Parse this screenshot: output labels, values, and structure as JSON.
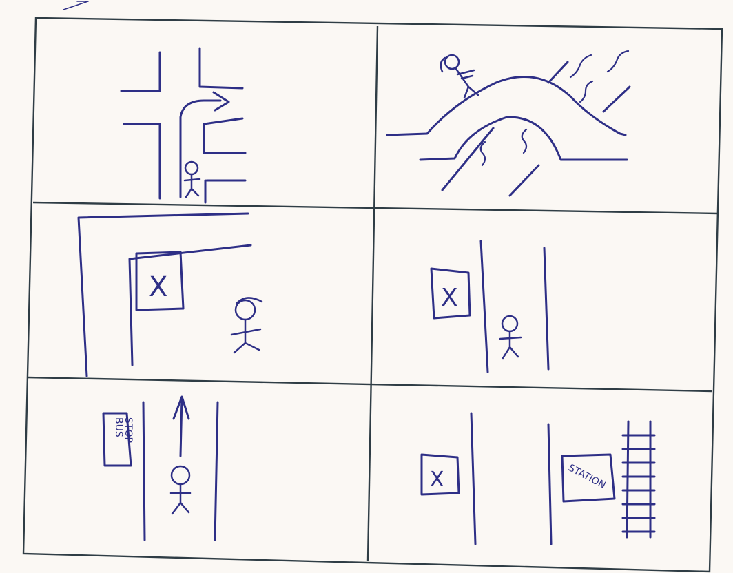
{
  "panels": [
    {
      "id": "turn-right-at-crossroads"
    },
    {
      "id": "cross-bridge-over-river"
    },
    {
      "id": "x-at-corner-building"
    },
    {
      "id": "x-on-left-of-road"
    },
    {
      "id": "walk-past-bus-stop",
      "sign_text": [
        "BUS",
        "STOP"
      ]
    },
    {
      "id": "x-opposite-station",
      "sign_text": "STATION"
    }
  ],
  "marker_text": "X",
  "colors": {
    "ink": "#2e2f86",
    "frame": "#2f3d45",
    "paper": "#fbf8f4"
  }
}
